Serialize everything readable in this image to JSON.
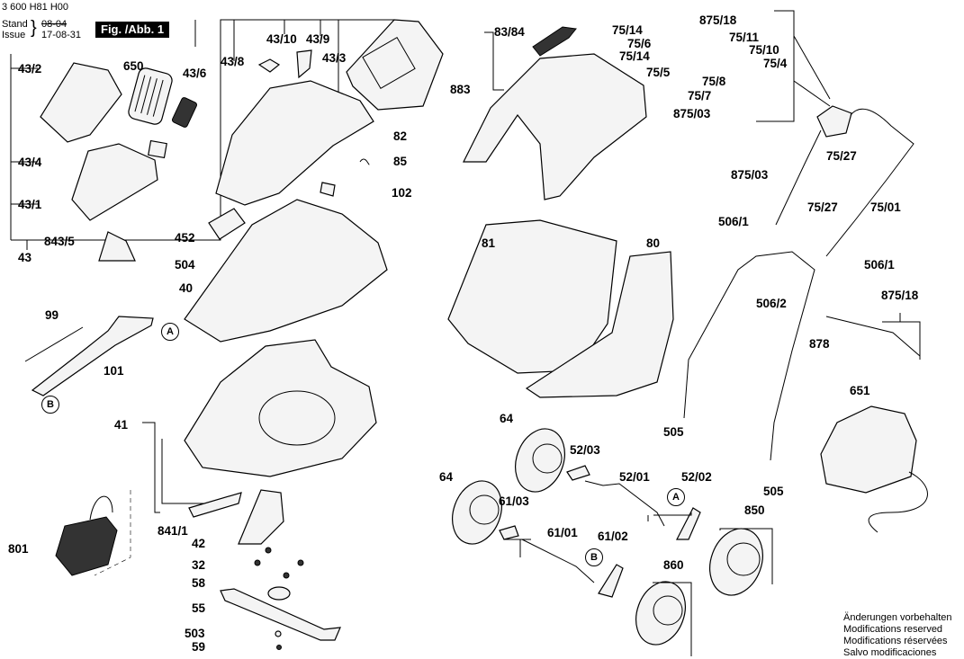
{
  "header": {
    "part_number": "3 600 H81 H00",
    "stand_label": "Stand",
    "issue_label": "Issue",
    "stand_value_struck": "08-04",
    "issue_value": "17-08-31",
    "figure_badge": "Fig. /Abb. 1"
  },
  "notice": {
    "lines": [
      "Änderungen vorbehalten",
      "Modifications reserved",
      "Modifications réservées",
      "Salvo modificaciones"
    ]
  },
  "markers": {
    "a": "A",
    "b": "B"
  },
  "labels": {
    "p43_2": "43/2",
    "p650": "650",
    "p43_6": "43/6",
    "p43_8": "43/8",
    "p43_10": "43/10",
    "p43_9": "43/9",
    "p43_3": "43/3",
    "p43_4": "43/4",
    "p43_1": "43/1",
    "p843_5": "843/5",
    "p43": "43",
    "p82": "82",
    "p85": "85",
    "p102": "102",
    "p452": "452",
    "p504": "504",
    "p40": "40",
    "p99": "99",
    "p101": "101",
    "p41": "41",
    "p841_1": "841/1",
    "p801": "801",
    "p42": "42",
    "p32": "32",
    "p58": "58",
    "p55": "55",
    "p503": "503",
    "p59": "59",
    "p83_84": "83/84",
    "p883": "883",
    "p81": "81",
    "p80": "80",
    "p75_14a": "75/14",
    "p75_6": "75/6",
    "p75_14b": "75/14",
    "p75_5": "75/5",
    "p875_18a": "875/18",
    "p75_11": "75/11",
    "p75_10": "75/10",
    "p75_4": "75/4",
    "p75_8": "75/8",
    "p75_7": "75/7",
    "p875_03a": "875/03",
    "p75_27a": "75/27",
    "p875_03b": "875/03",
    "p506_1a": "506/1",
    "p75_27b": "75/27",
    "p75_01": "75/01",
    "p506_1b": "506/1",
    "p506_2": "506/2",
    "p875_18b": "875/18",
    "p878": "878",
    "p505a": "505",
    "p505b": "505",
    "p651": "651",
    "p64a": "64",
    "p52_03": "52/03",
    "p52_01": "52/01",
    "p52_02": "52/02",
    "p64b": "64",
    "p61_03": "61/03",
    "p61_01": "61/01",
    "p61_02": "61/02",
    "p850": "850",
    "p860": "860"
  }
}
